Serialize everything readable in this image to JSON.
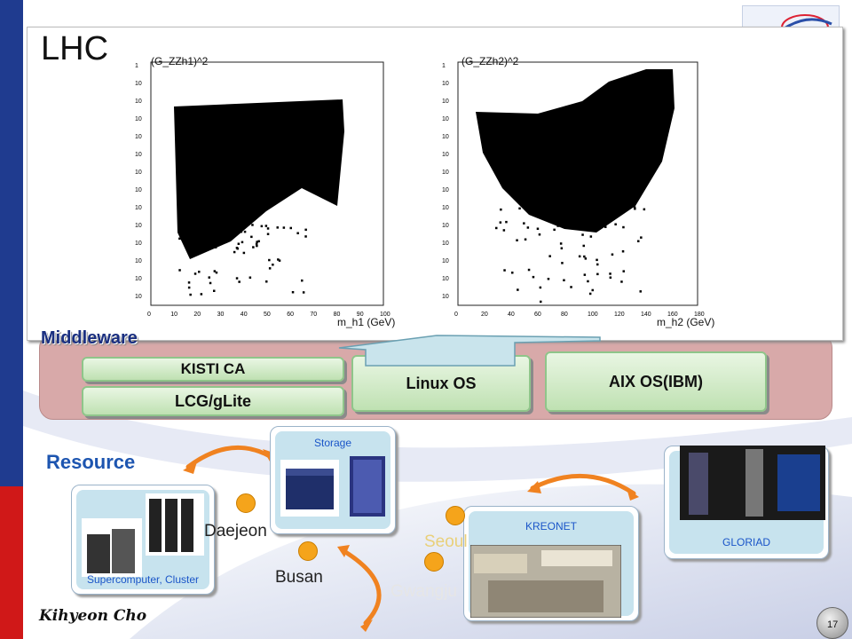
{
  "slide": {
    "title": "LHC",
    "author": "Kihyeon Cho",
    "page_number": "17"
  },
  "plots": {
    "left": {
      "y_title": "(G_ZZh1)^2",
      "x_title": "m_h1 (GeV)",
      "x_ticks": [
        "0",
        "10",
        "20",
        "30",
        "40",
        "50",
        "60",
        "70",
        "80",
        "90",
        "100"
      ],
      "y_ticks": [
        "1",
        "10",
        "10",
        "10",
        "10",
        "10",
        "10",
        "10",
        "10",
        "10",
        "10",
        "10",
        "10",
        "10"
      ]
    },
    "right": {
      "y_title": "(G_ZZh2)^2",
      "x_title": "m_h2 (GeV)",
      "x_ticks": [
        "0",
        "20",
        "40",
        "60",
        "80",
        "100",
        "120",
        "140",
        "160",
        "180"
      ],
      "y_ticks": [
        "1",
        "10",
        "10",
        "10",
        "10",
        "10",
        "10",
        "10",
        "10",
        "10",
        "10",
        "10",
        "10",
        "10"
      ]
    }
  },
  "middleware": {
    "label": "Middleware",
    "items": {
      "kisti_ca": "KISTI CA",
      "lcg": "LCG/gLite",
      "linux": "Linux OS",
      "aix": "AIX OS(IBM)"
    }
  },
  "resource": {
    "label": "Resource",
    "cards": {
      "storage": "Storage",
      "super": "Supercomputer, Cluster",
      "kreonet": "KREONET",
      "gloriad": "GLORIAD"
    },
    "cities": {
      "daejeon": "Daejeon",
      "busan": "Busan",
      "seoul": "Seoul",
      "gwangju": "Gwangju"
    }
  },
  "colors": {
    "left_bar_blue": "#1f3b8f",
    "left_bar_red": "#d01818",
    "middleware_panel": "#d8a9a9",
    "node_orange": "#f5a41b",
    "resource_blue": "#1d55b0"
  }
}
